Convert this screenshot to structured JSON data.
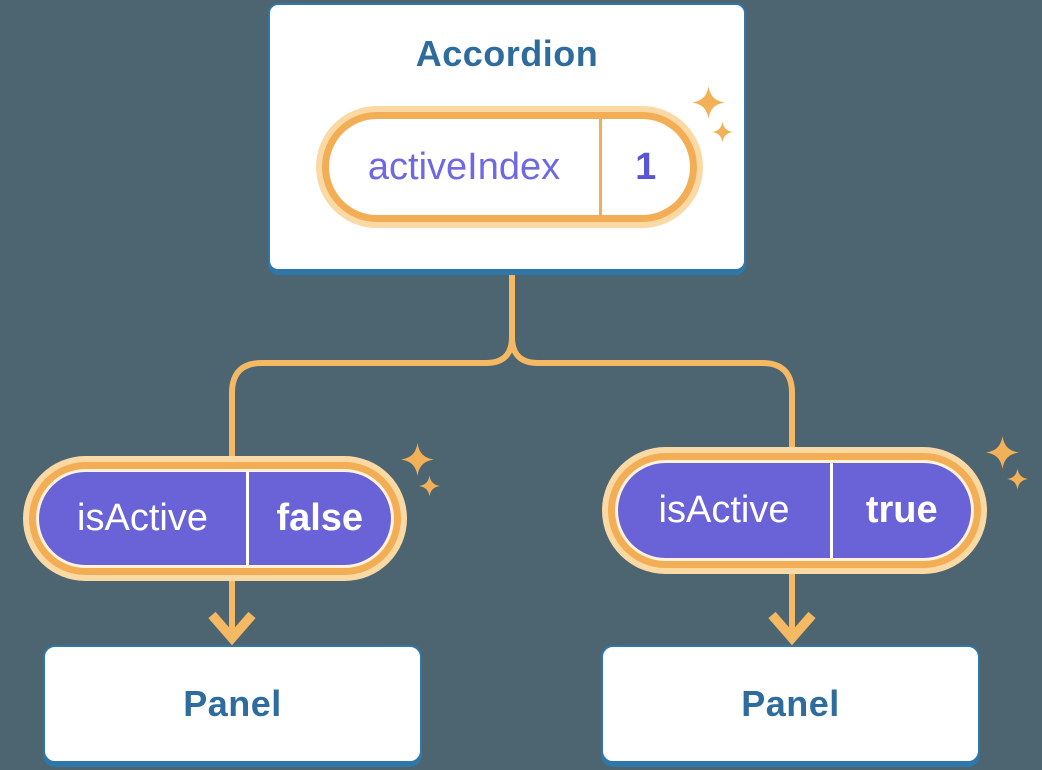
{
  "root": {
    "title": "Accordion",
    "state_name": "activeIndex",
    "state_value": "1"
  },
  "left_branch": {
    "prop_name": "isActive",
    "prop_value": "false",
    "panel_label": "Panel"
  },
  "right_branch": {
    "prop_name": "isActive",
    "prop_value": "true",
    "panel_label": "Panel"
  },
  "icons": {
    "sparkle": "sparkle-icon",
    "arrow": "arrow-down-icon"
  },
  "colors": {
    "background": "#4c6571",
    "box_border": "#2f77a8",
    "title_text": "#2d6c9c",
    "pill_purple": "#6a63d8",
    "state_name_purple": "#6e68e2",
    "state_value_purple": "#5b55d6",
    "ring_orange": "#f3ae55",
    "ring_glow": "#fbd9a4",
    "ring_inner_cream": "#fff3dd",
    "line_orange": "#f5b863",
    "sparkle_orange": "#f2b158",
    "white": "#ffffff"
  }
}
